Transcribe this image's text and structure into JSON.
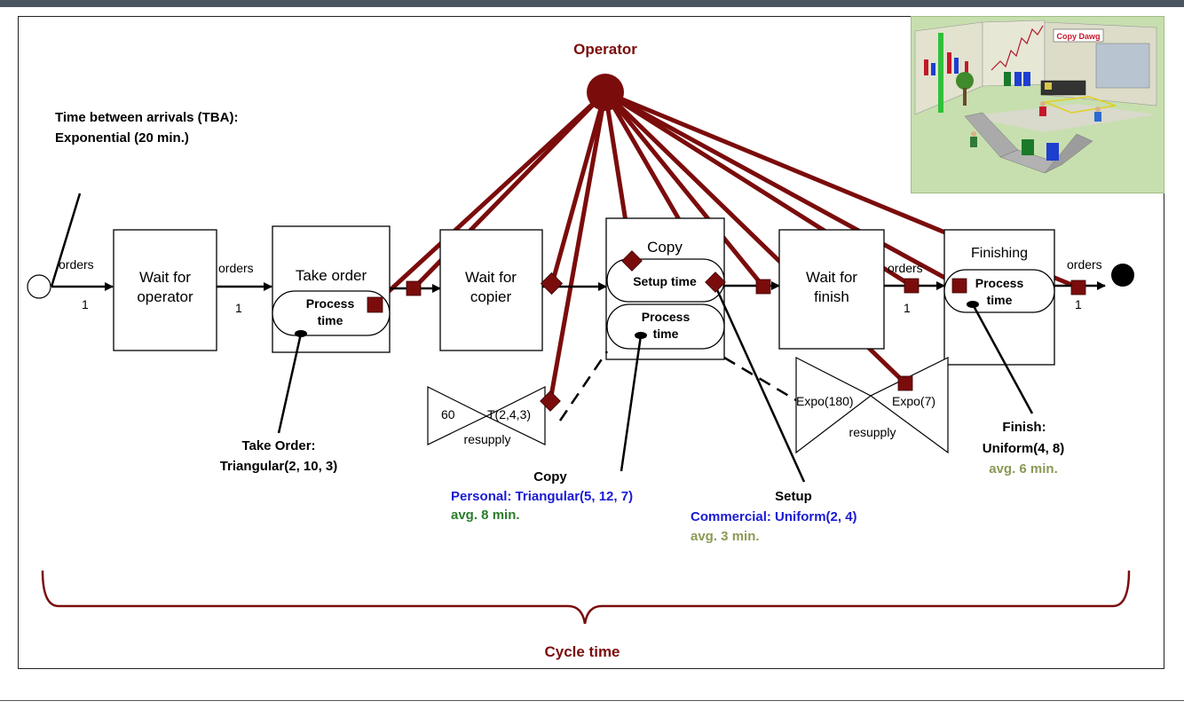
{
  "operator": {
    "label": "Operator"
  },
  "arrival": {
    "line1": "Time between arrivals (TBA):",
    "line2": "Exponential (20 min.)"
  },
  "arcs": {
    "orders_label": "orders",
    "one": "1"
  },
  "boxes": {
    "wait_operator": [
      "Wait for",
      "operator"
    ],
    "take_order": "Take order",
    "process_time": [
      "Process",
      "time"
    ],
    "wait_copier": [
      "Wait for",
      "copier"
    ],
    "copy": "Copy",
    "setup_time": "Setup time",
    "wait_finish": [
      "Wait for",
      "finish"
    ],
    "finishing": "Finishing"
  },
  "resupply": {
    "left": {
      "a": "60",
      "b": "T(2,4,3)",
      "label": "resupply"
    },
    "right": {
      "a": "Expo(180)",
      "b": "Expo(7)",
      "label": "resupply"
    }
  },
  "annotations": {
    "take_order": {
      "title": "Take Order:",
      "dist": "Triangular(2, 10, 3)"
    },
    "copy": {
      "title": "Copy",
      "dist": "Personal: Triangular(5, 12, 7)",
      "avg": "avg. 8 min."
    },
    "setup": {
      "title": "Setup",
      "dist": "Commercial: Uniform(2, 4)",
      "avg": "avg. 3 min."
    },
    "finish": {
      "title": "Finish:",
      "dist": "Uniform(4, 8)",
      "avg": "avg. 6 min."
    }
  },
  "cycle_time": "Cycle time",
  "thumbnail": {
    "sign": "Copy Dawg"
  },
  "colors": {
    "operator": "#7b0c0c",
    "dist_blue": "#1a1ad4",
    "avg_green": "#2b7d2b",
    "avg_olive": "#8a9a55"
  }
}
